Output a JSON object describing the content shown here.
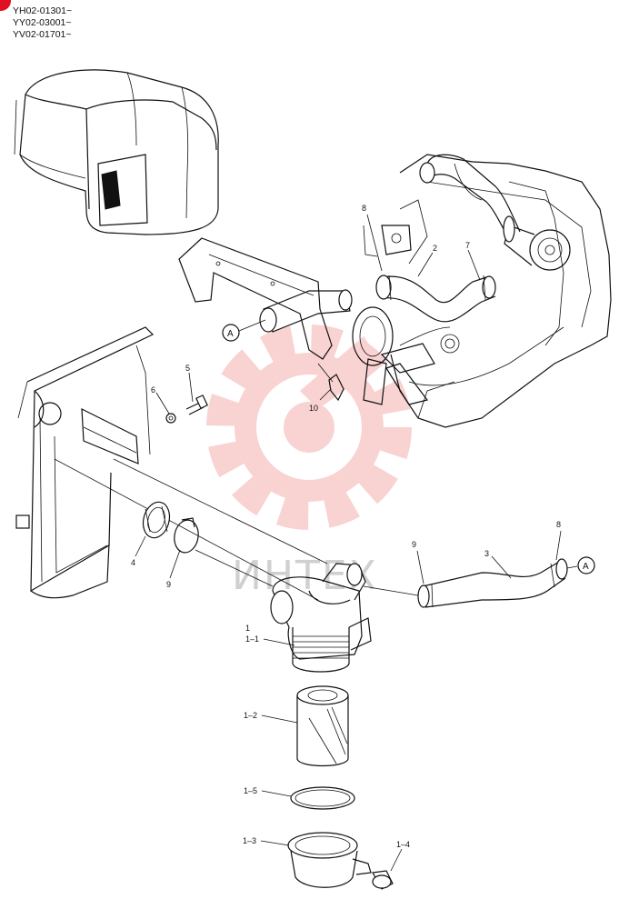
{
  "serial_numbers": [
    "YH02-01301~",
    "YY02-03001~",
    "YV02-01701~"
  ],
  "watermark_text": "ИНТЕХ",
  "colors": {
    "corner_mark": "#e01020",
    "watermark_gear": "#f08080",
    "watermark_text": "#d0d0d0",
    "line": "#111111"
  },
  "callouts": {
    "p8_top": "8",
    "p2": "2",
    "p7": "7",
    "refA_left": "A",
    "p5": "5",
    "p6": "6",
    "p10": "10",
    "p4": "4",
    "p9_left": "9",
    "p9_right": "9",
    "p3": "3",
    "p8_right": "8",
    "refA_right": "A",
    "p1": "1",
    "p1_1": "1–1",
    "p1_2": "1–2",
    "p1_5": "1–5",
    "p1_3": "1–3",
    "p1_4": "1–4"
  }
}
